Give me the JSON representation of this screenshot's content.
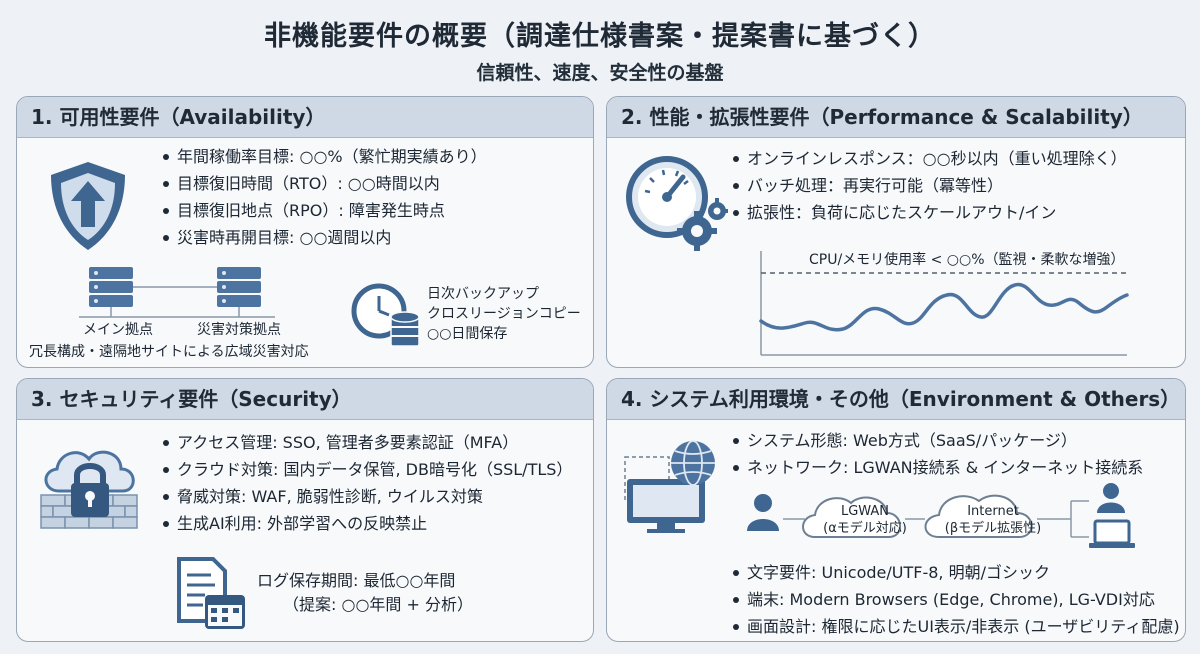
{
  "title": "非機能要件の概要（調達仕様書案・提案書に基づく）",
  "subtitle": "信頼性、速度、安全性の基盤",
  "panels": {
    "availability": {
      "heading": "1. 可用性要件（Availability）",
      "items": [
        "年間稼働率目標: ○○%（繁忙期実績あり）",
        "目標復旧時間（RTO）: ○○時間以内",
        "目標復旧地点（RPO）: 障害発生時点",
        "災害時再開目標: ○○週間以内"
      ],
      "main_site": "メイン拠点",
      "dr_site": "災害対策拠点",
      "redundancy": "冗長構成・遠隔地サイトによる広域災害対応",
      "backup_lines": [
        "日次バックアップ",
        "クロスリージョンコピー",
        "○○日間保存"
      ]
    },
    "performance": {
      "heading": "2. 性能・拡張性要件（Performance & Scalability）",
      "items": [
        "オンラインレスポンス：○○秒以内（重い処理除く）",
        "バッチ処理：再実行可能（冪等性）",
        "拡張性：負荷に応じたスケールアウト/イン"
      ],
      "chart_label": "CPU/メモリ使用率 < ○○%（監視・柔軟な増強）"
    },
    "security": {
      "heading": "3. セキュリティ要件（Security）",
      "items": [
        "アクセス管理: SSO, 管理者多要素認証（MFA）",
        "クラウド対策: 国内データ保管, DB暗号化（SSL/TLS）",
        "脅威対策: WAF, 脆弱性診断, ウイルス対策",
        "生成AI利用: 外部学習への反映禁止"
      ],
      "log_line1": "ログ保存期間: 最低○○年間",
      "log_line2": "（提案: ○○年間 + 分析）"
    },
    "environment": {
      "heading": "4. システム利用環境・その他（Environment & Others）",
      "items_top": [
        "システム形態: Web方式（SaaS/パッケージ）",
        "ネットワーク: LGWAN接続系 & インターネット接続系"
      ],
      "lgwan_title": "LGWAN",
      "lgwan_sub": "(αモデル対応)",
      "internet_title": "Internet",
      "internet_sub": "(βモデル拡張性)",
      "items_bottom": [
        "文字要件: Unicode/UTF-8, 明朝/ゴシック",
        "端末: Modern Browsers (Edge, Chrome), LG-VDI対応",
        "画面設計: 権限に応じたUI表示/非表示 (ユーザビリティ配慮)"
      ]
    }
  },
  "colors": {
    "accent": "#3f6690",
    "panel_header": "#cfd9e5",
    "icon_dark": "#34587f",
    "icon_light": "#6f93b9"
  }
}
